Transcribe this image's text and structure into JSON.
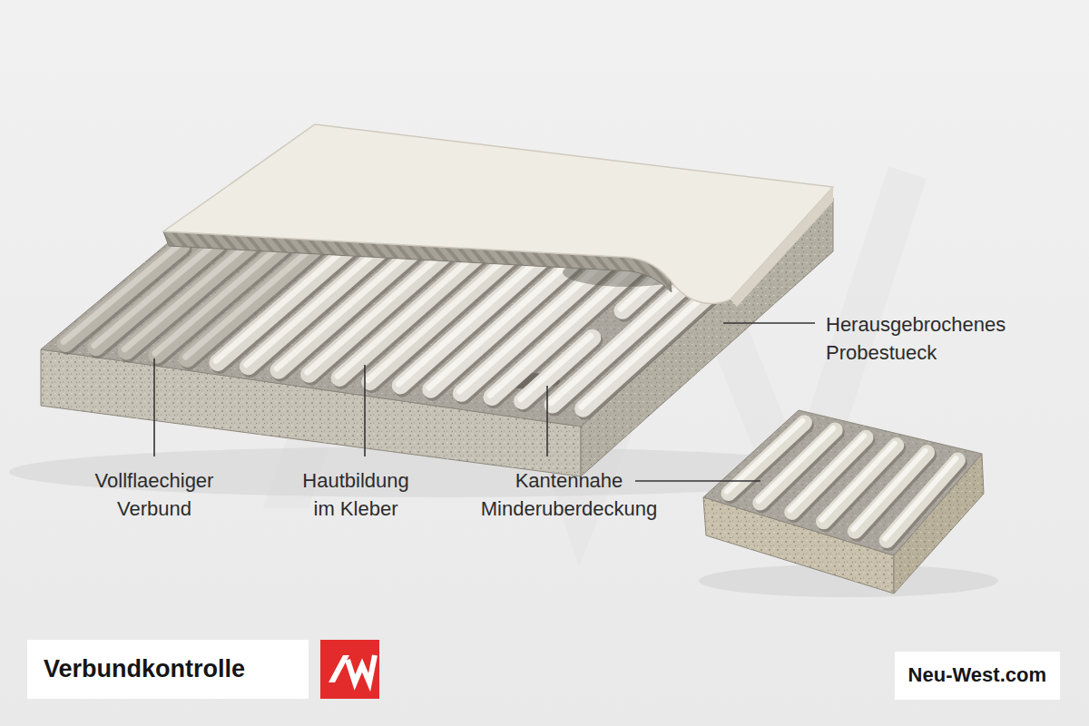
{
  "diagram": {
    "title": "Verbundkontrolle",
    "labels": [
      "Herausgebrochenes Probestueck",
      "Vollflaechiger Verbund",
      "Hautbildung im Kleber",
      "Kantennahe Minderuberdeckung",
      "Neu-West.com"
    ]
  }
}
